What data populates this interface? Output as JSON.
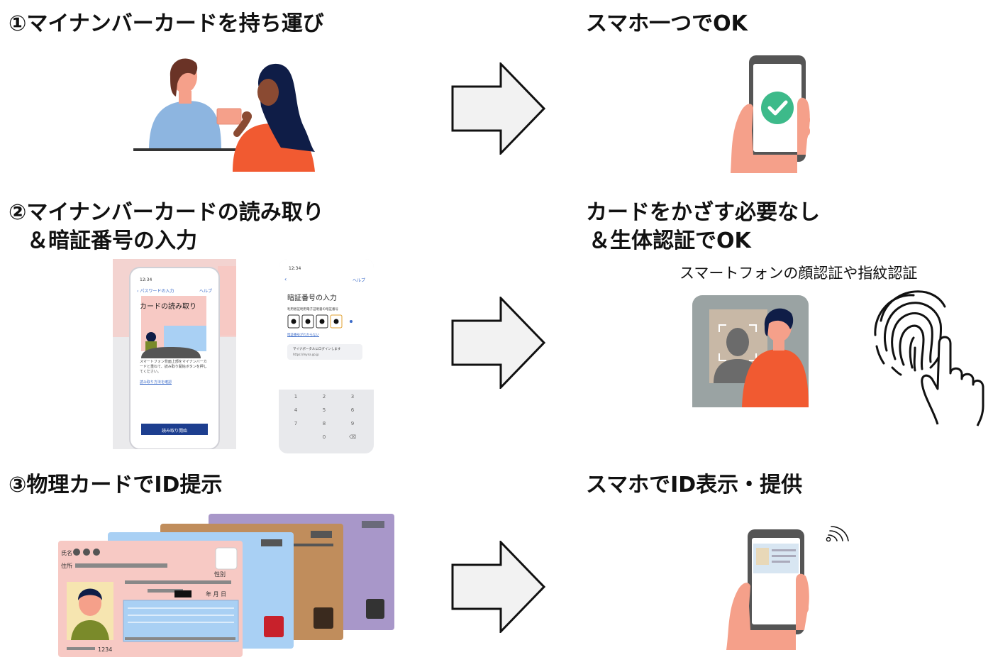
{
  "steps": [
    {
      "before": {
        "lines": [
          "①マイナンバーカードを持ち運び"
        ]
      },
      "after": {
        "lines": [
          "スマホ一つでOK"
        ]
      }
    },
    {
      "before": {
        "lines": [
          "②マイナンバーカードの読み取り",
          "＆暗証番号の入力"
        ]
      },
      "after": {
        "lines": [
          "カードをかざす必要なし",
          "＆生体認証でOK"
        ],
        "note": "スマートフォンの顔認証や指紋認証"
      }
    },
    {
      "before": {
        "lines": [
          "③物理カードでID提示"
        ]
      },
      "after": {
        "lines": [
          "スマホでID表示・提供"
        ]
      }
    }
  ],
  "phone_screens": {
    "card_read": {
      "time": "12:34",
      "back": "パスワードの入力",
      "help": "ヘルプ",
      "title": "カードの読み取り",
      "instruction": "スマートフォン背面上部をマイナンバーカードと重ねて、読み取り開始ボタンを押してください。",
      "link": "読み取り方法を確認",
      "button": "読み取り開始"
    },
    "pin_entry": {
      "time": "12:34",
      "help": "ヘルプ",
      "title": "暗証番号の入力",
      "caption": "利用者証明用電子証明書の暗証番号",
      "forgot": "暗証番号がわからない",
      "portal": "マイナポータルにログインします",
      "url": "https://myna.go.jp",
      "keys": [
        "1",
        "2",
        "3",
        "4",
        "5",
        "6",
        "7",
        "8",
        "9",
        "0"
      ]
    },
    "card_labels": {
      "name": "氏名",
      "address": "住所",
      "sex": "性別",
      "date": "年 月 日",
      "number": "1234"
    }
  },
  "colors": {
    "arrow_fill": "#f2f2f2",
    "arrow_stroke": "#111111",
    "skin": "#f5a08a",
    "shirt_orange": "#f15a31",
    "shirt_blue": "#8db5e0",
    "navy": "#0f1d47",
    "check_green": "#3dba8a",
    "card_pink": "#f7c9c4",
    "card_blue": "#a9d0f4",
    "card_brown": "#c08d5c",
    "card_purple": "#a897c9"
  }
}
